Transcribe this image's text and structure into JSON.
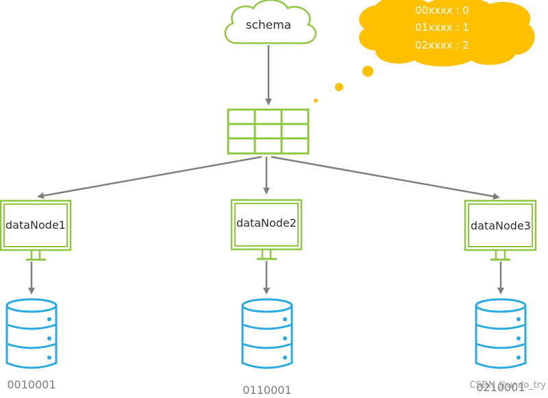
{
  "schema": {
    "label": "schema"
  },
  "mapping_bubble": {
    "lines": [
      "00xxxx : 0",
      "01xxxx : 1",
      "02xxxx : 2"
    ],
    "color": "#FFC000"
  },
  "routing_table": {
    "rows": 3,
    "cols": 3
  },
  "data_nodes": [
    {
      "label": "dataNode1",
      "db_label": "0010001"
    },
    {
      "label": "dataNode2",
      "db_label": "0110001"
    },
    {
      "label": "dataNode3",
      "db_label": "0210001"
    }
  ],
  "watermark": "CSDN @undo_try",
  "colors": {
    "green": "#8DC63F",
    "arrow": "#7f7f7f",
    "db_blue": "#29ABE2",
    "bubble": "#FFC000"
  }
}
